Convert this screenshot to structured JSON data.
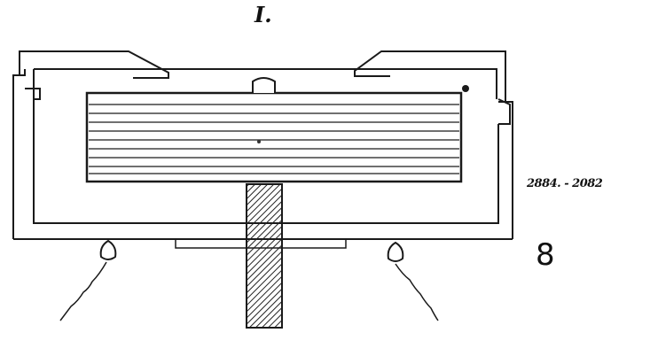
{
  "figure": {
    "title": "I.",
    "reference_code": "2884. - 2082",
    "figure_number": "8"
  }
}
